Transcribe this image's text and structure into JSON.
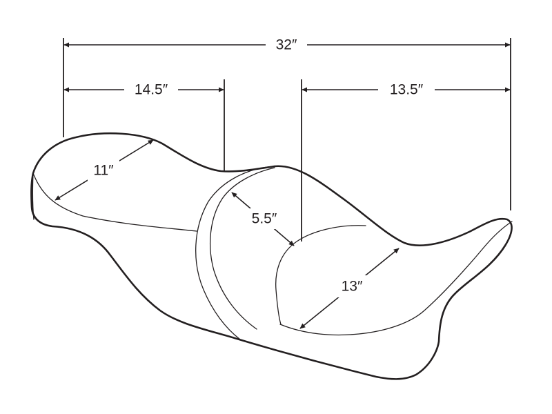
{
  "colors": {
    "line": "#231f20",
    "background": "#ffffff"
  },
  "dimensions": {
    "overall_length": "32″",
    "front_seat_length": "14.5″",
    "rear_seat_length": "13.5″",
    "front_seat_width": "11″",
    "backrest_height": "5.5″",
    "rear_seat_width": "13″"
  }
}
